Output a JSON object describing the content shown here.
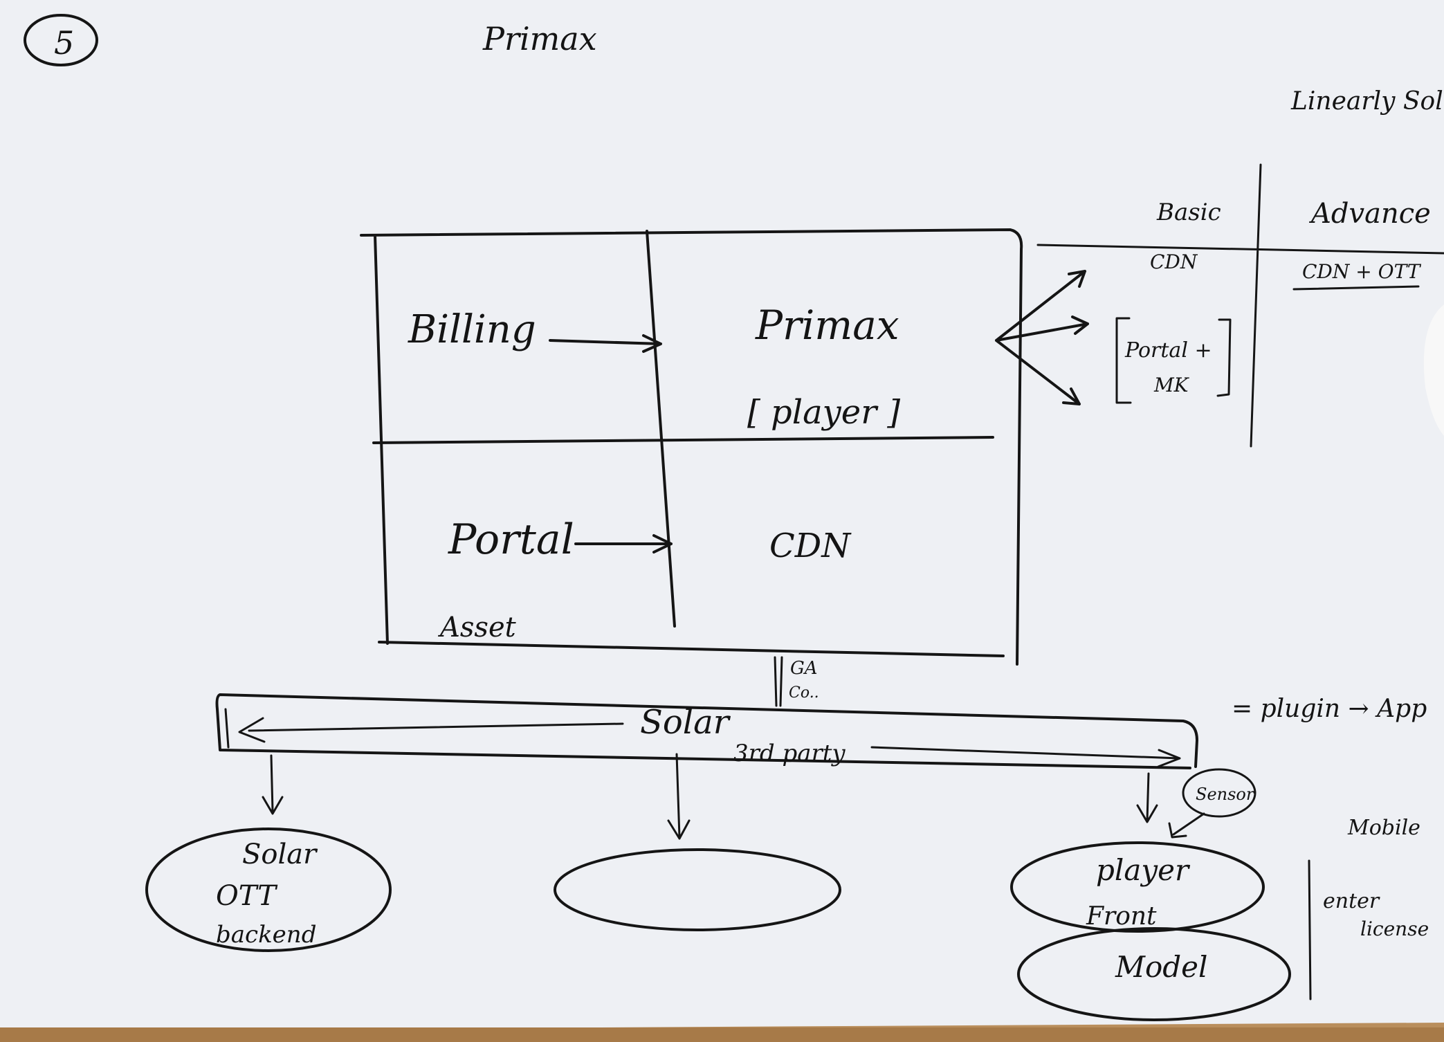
{
  "page": {
    "number_mark": "5",
    "title": "Primax",
    "top_right_note": "Linearly Solar"
  },
  "grid": {
    "billing": "Billing",
    "primax": "Primax",
    "player": "[ player ]",
    "portal": "Portal",
    "cdn": "CDN",
    "asset": "Asset"
  },
  "tiers": {
    "basic": "Basic",
    "advance": "Advance",
    "basic_value": "CDN",
    "advance_value": "CDN + OTT",
    "portal_bracket_line1": "Portal +",
    "portal_bracket_line2": "MK"
  },
  "solar_bar": {
    "label": "Solar",
    "third_party": "3rd party",
    "ga": "GA",
    "ga_sub": "Co..",
    "plugin_note": "= plugin → App"
  },
  "bottom": {
    "left_ellipse_title": "Solar",
    "left_ellipse_line2": "OTT",
    "left_ellipse_line3": "backend",
    "sensor": "Sensor",
    "player": "player",
    "front": "Front",
    "model": "Model",
    "note_mobile": "Mobile",
    "note_enterprise_1": "enter",
    "note_enterprise_2": "license"
  }
}
